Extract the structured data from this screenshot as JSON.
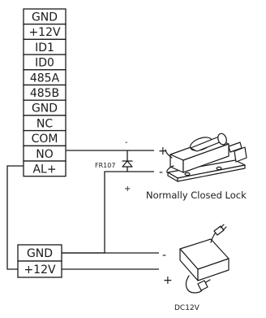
{
  "terminal_block": {
    "labels": [
      "GND",
      "+12V",
      "ID1",
      "ID0",
      "485A",
      "485B",
      "GND",
      "NC",
      "COM",
      "NO",
      "AL+"
    ]
  },
  "power_block": {
    "labels": [
      "GND",
      "+12V"
    ]
  },
  "diode": {
    "label": "FR107",
    "top_sign": "-",
    "bottom_sign": "+"
  },
  "lock": {
    "caption": "Normally Closed Lock",
    "plus_sign": "+",
    "minus_sign": "-"
  },
  "adapter": {
    "caption": "DC12V",
    "minus_sign": "-",
    "plus_sign": "+"
  }
}
